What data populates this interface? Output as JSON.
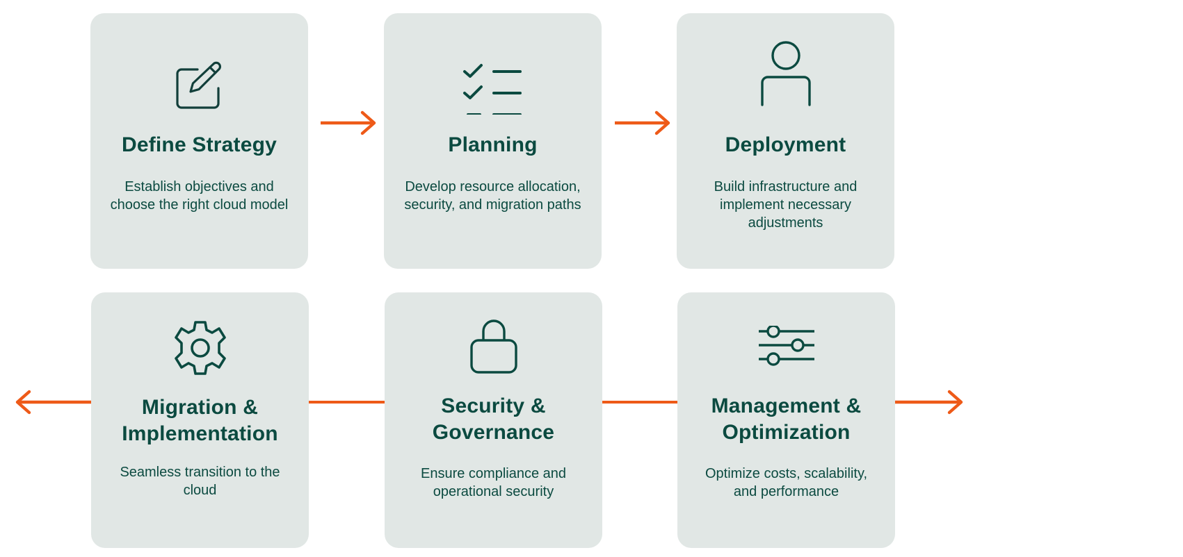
{
  "diagram": {
    "accent_color": "#ee5a18",
    "card_color": "#e1e7e5",
    "text_color": "#0b4a40",
    "steps": [
      {
        "title": "Define Strategy",
        "description": "Establish objectives and choose the right cloud model",
        "icon": "edit-icon"
      },
      {
        "title": "Planning",
        "description": "Develop resource allocation, security, and migration paths",
        "icon": "checklist-icon"
      },
      {
        "title": "Deployment",
        "description": "Build infrastructure and implement necessary adjustments",
        "icon": "user-icon"
      },
      {
        "title": "Migration & Implementation",
        "description": "Seamless transition to the cloud",
        "icon": "gear-icon"
      },
      {
        "title": "Security & Governance",
        "description": "Ensure compliance and operational security",
        "icon": "lock-icon"
      },
      {
        "title": "Management & Optimization",
        "description": "Optimize costs, scalability, and performance",
        "icon": "sliders-icon"
      }
    ],
    "connectors": [
      {
        "from": "Define Strategy",
        "to": "Planning",
        "type": "arrow-right"
      },
      {
        "from": "Planning",
        "to": "Deployment",
        "type": "arrow-right"
      },
      {
        "from": "Migration & Implementation",
        "to": "left-edge",
        "type": "arrow-left"
      },
      {
        "from": "Migration & Implementation",
        "to": "Security & Governance",
        "type": "line"
      },
      {
        "from": "Security & Governance",
        "to": "Management & Optimization",
        "type": "line"
      },
      {
        "from": "Management & Optimization",
        "to": "right-edge",
        "type": "arrow-right"
      }
    ]
  }
}
